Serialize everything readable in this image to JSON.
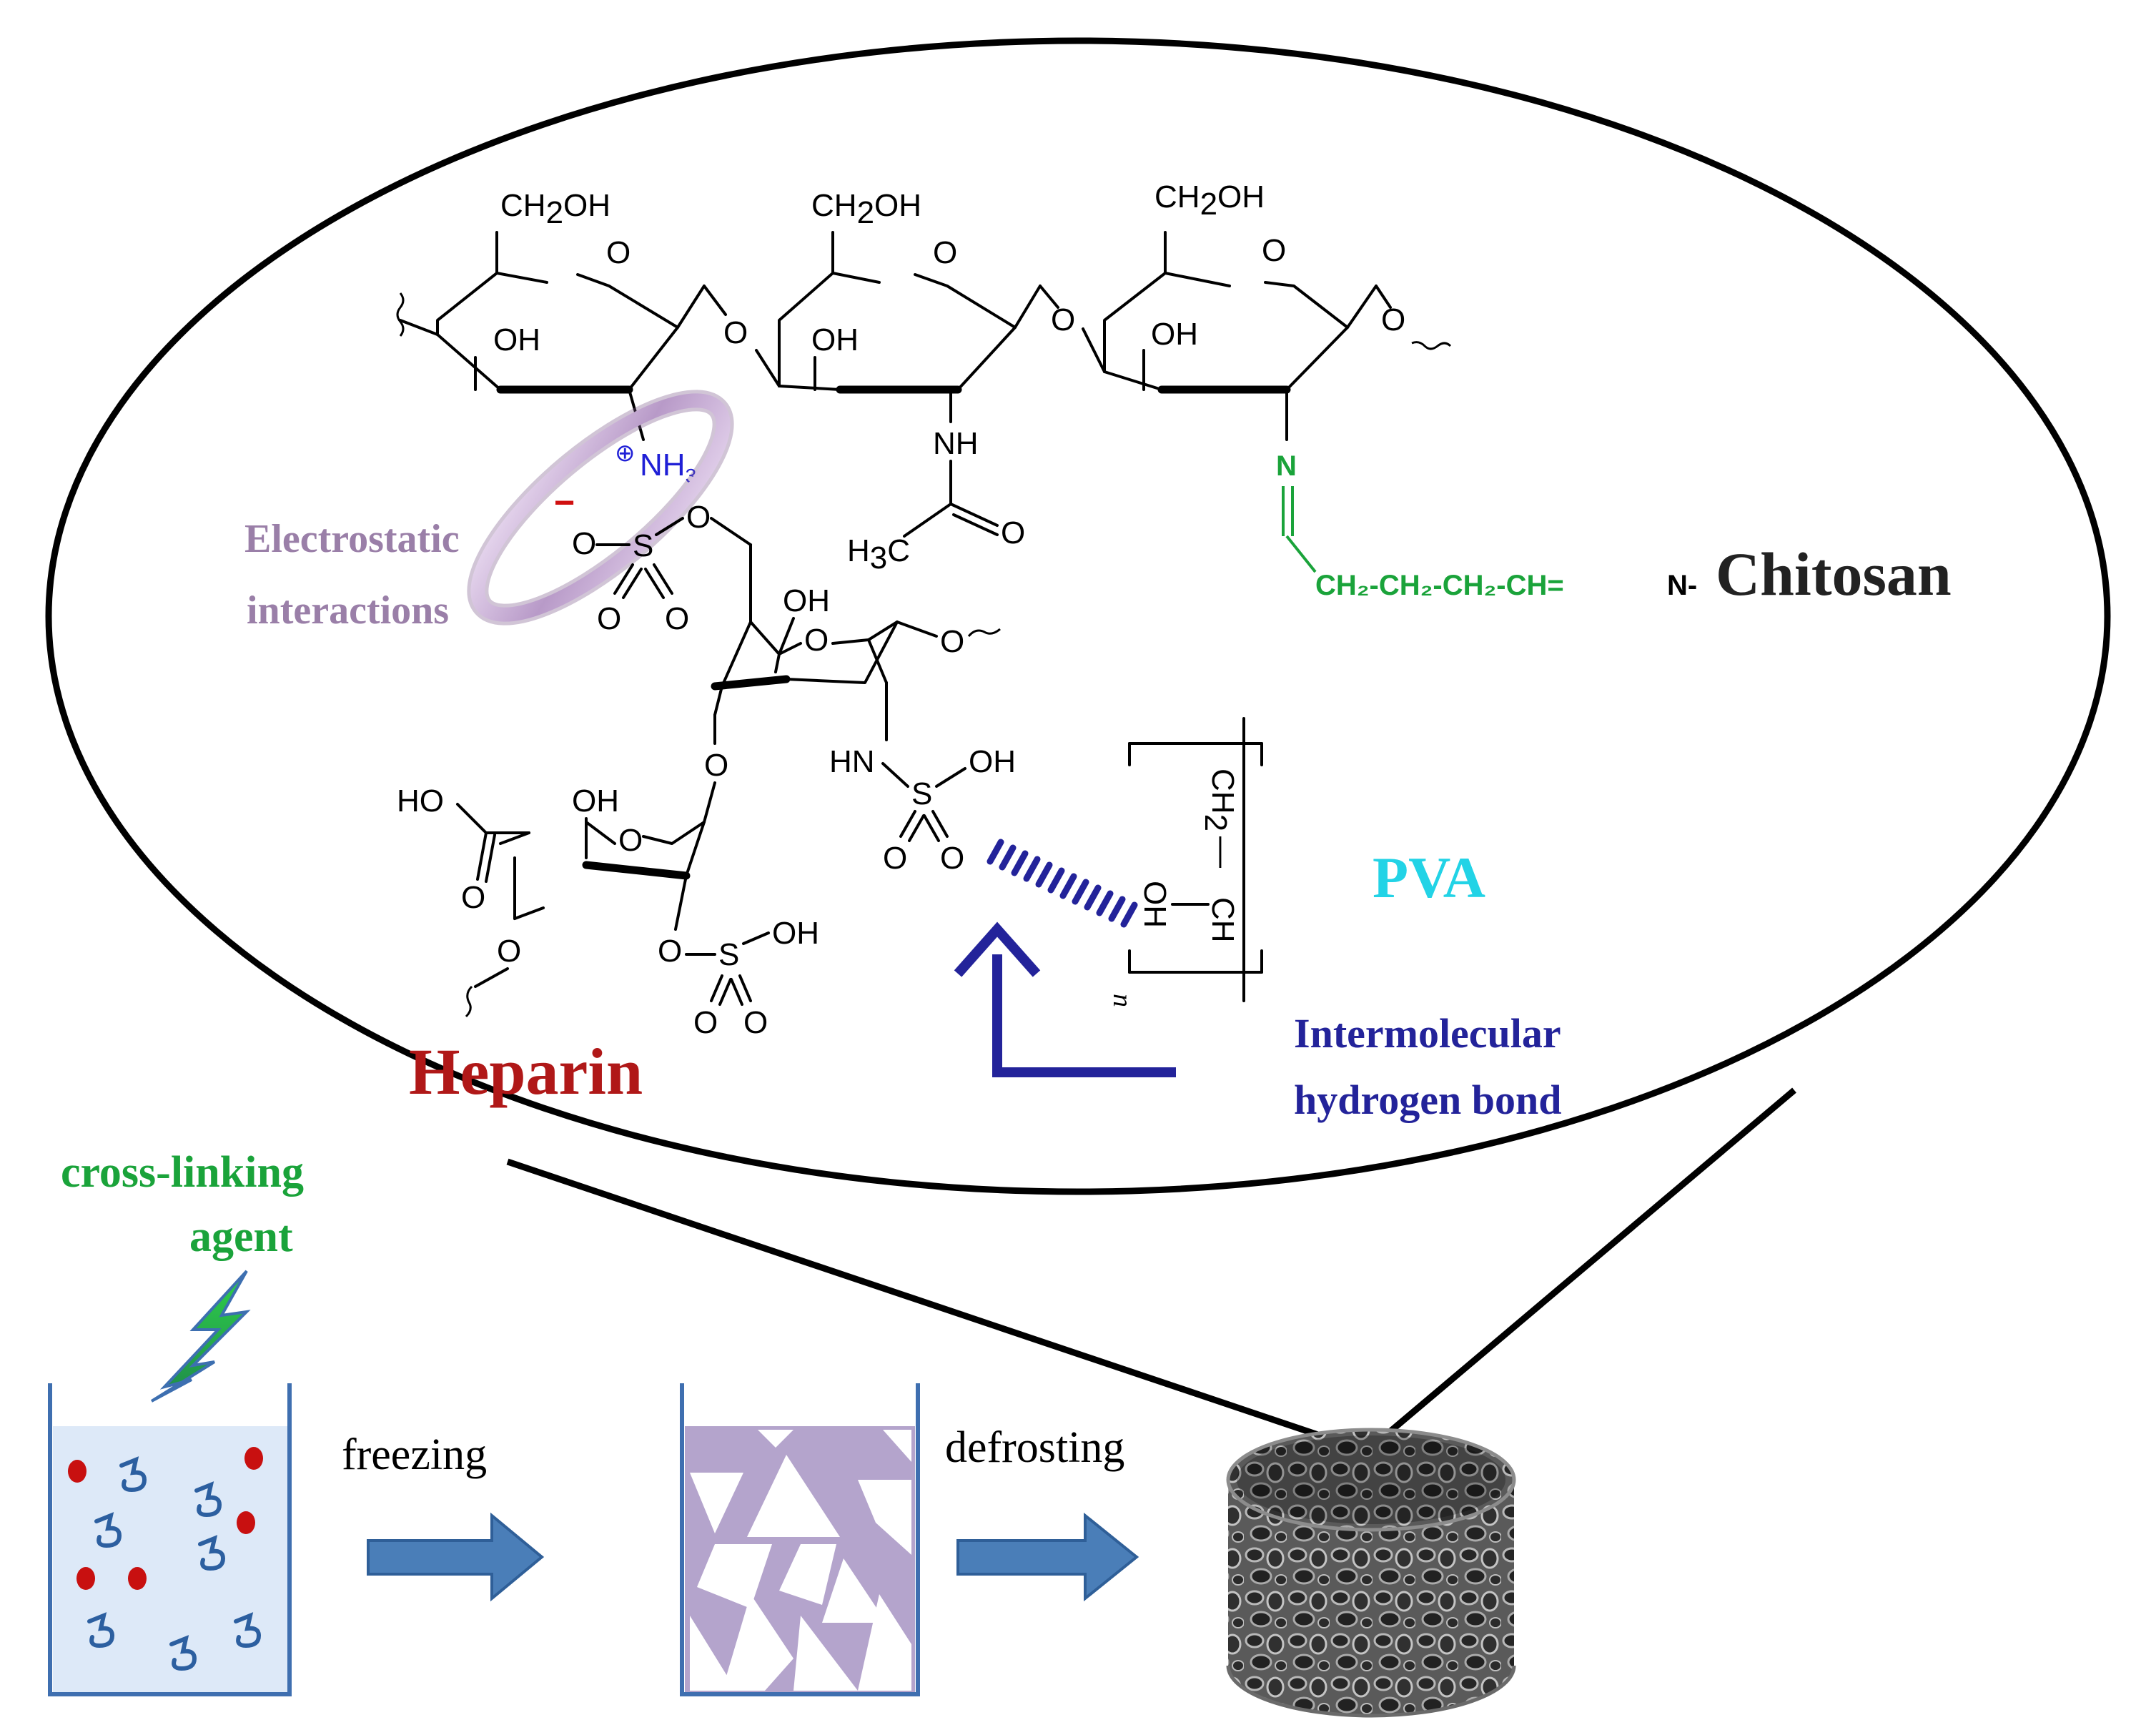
{
  "labels": {
    "electrostatic_line1": "Electrostatic",
    "electrostatic_line2": "interactions",
    "chitosan": "Chitosan",
    "pva": "PVA",
    "heparin": "Heparin",
    "intermolecular_line1": "Intermolecular",
    "intermolecular_line2": "hydrogen bond",
    "crosslink_line1": "cross-linking",
    "crosslink_line2": "agent",
    "freezing": "freezing",
    "defrosting": "defrosting"
  },
  "chem": {
    "ch2oh": "CH",
    "ch2oh_sub": "2",
    "ch2oh_tail": "OH",
    "o": "O",
    "oh": "OH",
    "nh": "NH",
    "nh3": "NH",
    "nh3_sub": "3",
    "plus": "⊕",
    "minus": "−",
    "n": "N",
    "h3c": "H",
    "h3c_sub": "3",
    "h3c_tail": "C",
    "crosslinker": "CH₂-CH₂-CH₂-CH=",
    "crosslinker_n": "N-",
    "s": "S",
    "ho": "HO",
    "hn": "HN",
    "pva_ch2": "CH",
    "pva_ch2_sub": "2",
    "pva_ch": "CH",
    "pva_dash": "—",
    "pva_oh": "OH",
    "pva_n": "n"
  },
  "colors": {
    "electrostatic": "#9a7fa8",
    "chitosan_linker": "#1aa33a",
    "crosslink_agent": "#1aa33a",
    "pva": "#22d3e6",
    "heparin": "#b01818",
    "hbond": "#23239a",
    "nh3": "#1f1fd6",
    "arrow_fill": "#4a7eb8",
    "beaker_fill": "#dde9f8",
    "frozen_fill": "#b4a4cc",
    "particle": "#c81010",
    "coil": "#2c5fa0"
  }
}
